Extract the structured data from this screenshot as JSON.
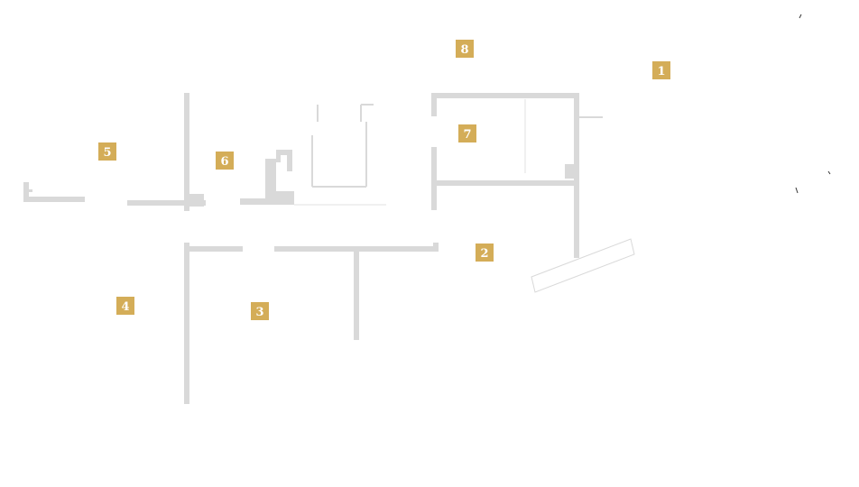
{
  "theme": {
    "wall_color": "#d9d9d9",
    "marker_color": "#d4ad58",
    "marker_text_color": "#ffffff"
  },
  "markers": [
    {
      "id": "1",
      "label": "1"
    },
    {
      "id": "2",
      "label": "2"
    },
    {
      "id": "3",
      "label": "3"
    },
    {
      "id": "4",
      "label": "4"
    },
    {
      "id": "5",
      "label": "5"
    },
    {
      "id": "6",
      "label": "6"
    },
    {
      "id": "7",
      "label": "7"
    },
    {
      "id": "8",
      "label": "8"
    }
  ]
}
